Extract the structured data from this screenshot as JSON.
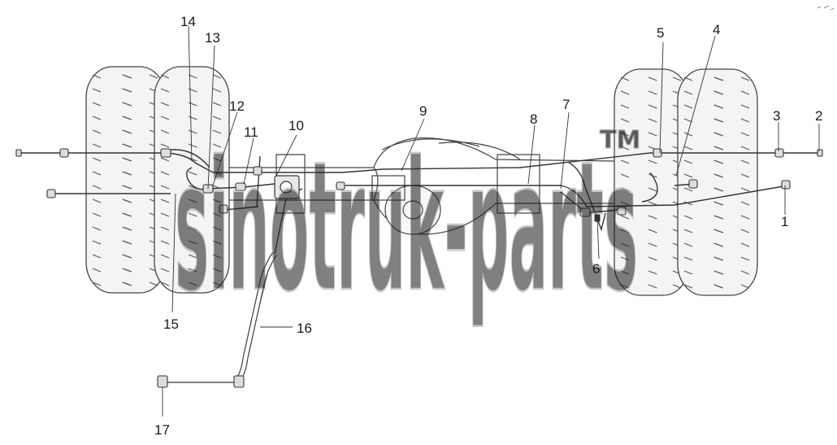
{
  "watermark": {
    "text": "sinotruk-parts",
    "tm": "TM"
  },
  "diagram": {
    "callouts": [
      {
        "id": "1",
        "label": "1"
      },
      {
        "id": "2",
        "label": "2"
      },
      {
        "id": "3",
        "label": "3"
      },
      {
        "id": "4",
        "label": "4"
      },
      {
        "id": "5",
        "label": "5"
      },
      {
        "id": "6",
        "label": "6"
      },
      {
        "id": "7",
        "label": "7"
      },
      {
        "id": "8",
        "label": "8"
      },
      {
        "id": "9",
        "label": "9"
      },
      {
        "id": "10",
        "label": "10"
      },
      {
        "id": "11",
        "label": "11"
      },
      {
        "id": "12",
        "label": "12"
      },
      {
        "id": "13",
        "label": "13"
      },
      {
        "id": "14",
        "label": "14"
      },
      {
        "id": "15",
        "label": "15"
      },
      {
        "id": "16",
        "label": "16"
      },
      {
        "id": "17",
        "label": "17"
      }
    ],
    "parts": [
      "left-outer-tire",
      "left-inner-tire",
      "right-inner-tire",
      "right-outer-tire",
      "axle-housing",
      "differential",
      "brake-hose-16",
      "brake-pipes"
    ],
    "colors": {
      "line": "#333333",
      "tire_fill": "#f2f2f2",
      "watermark": "#cfcfcf"
    }
  }
}
